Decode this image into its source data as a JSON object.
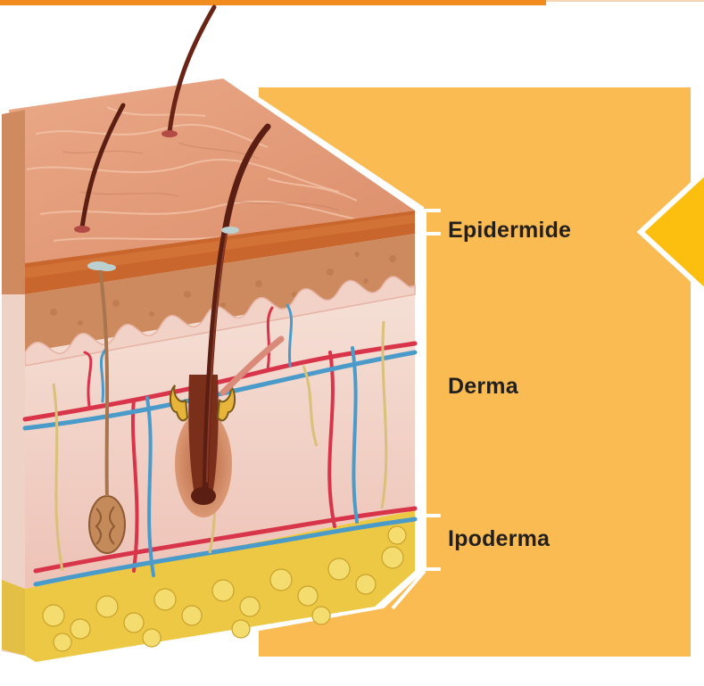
{
  "layers": [
    {
      "key": "epidermide",
      "label": "Epidermide"
    },
    {
      "key": "derma",
      "label": "Derma"
    },
    {
      "key": "ipoderma",
      "label": "Ipoderma"
    }
  ],
  "colors": {
    "top_bar": "#f08c1e",
    "panel": "#f9bb52",
    "pointer": "#fdbf0f",
    "epidermis_surface": "#e8a27e",
    "epidermis_band": "#c9662e",
    "dermis": "#f2d2c7",
    "hypodermis_fat": "#ecc845",
    "artery": "#d8344a",
    "vein": "#4a9bc9",
    "nerve": "#d9c17a",
    "hair": "#5a1e12"
  },
  "icons": {
    "pointer": "chevron-left-pointer-icon"
  }
}
